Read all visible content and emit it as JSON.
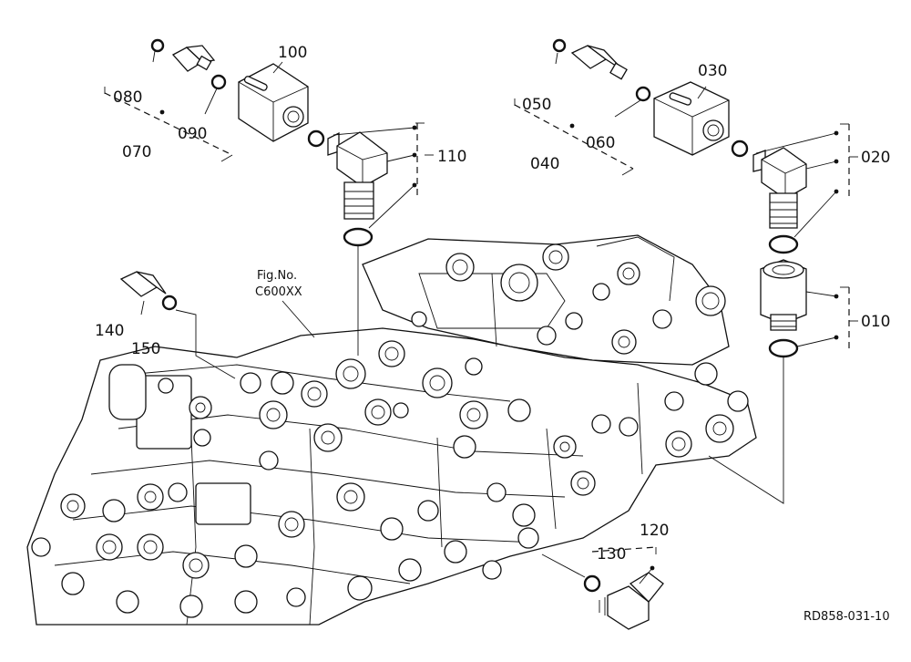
{
  "figure": {
    "fig_ref_line1": "Fig.No.",
    "fig_ref_line2": "C600XX",
    "drawing_code": "RD858-031-10"
  },
  "callouts": {
    "c010": "010",
    "c020": "020",
    "c030": "030",
    "c040": "040",
    "c050": "050",
    "c060": "060",
    "c070": "070",
    "c080": "080",
    "c090": "090",
    "c100": "100",
    "c110": "110",
    "c120": "120",
    "c130": "130",
    "c140": "140",
    "c150": "150"
  }
}
